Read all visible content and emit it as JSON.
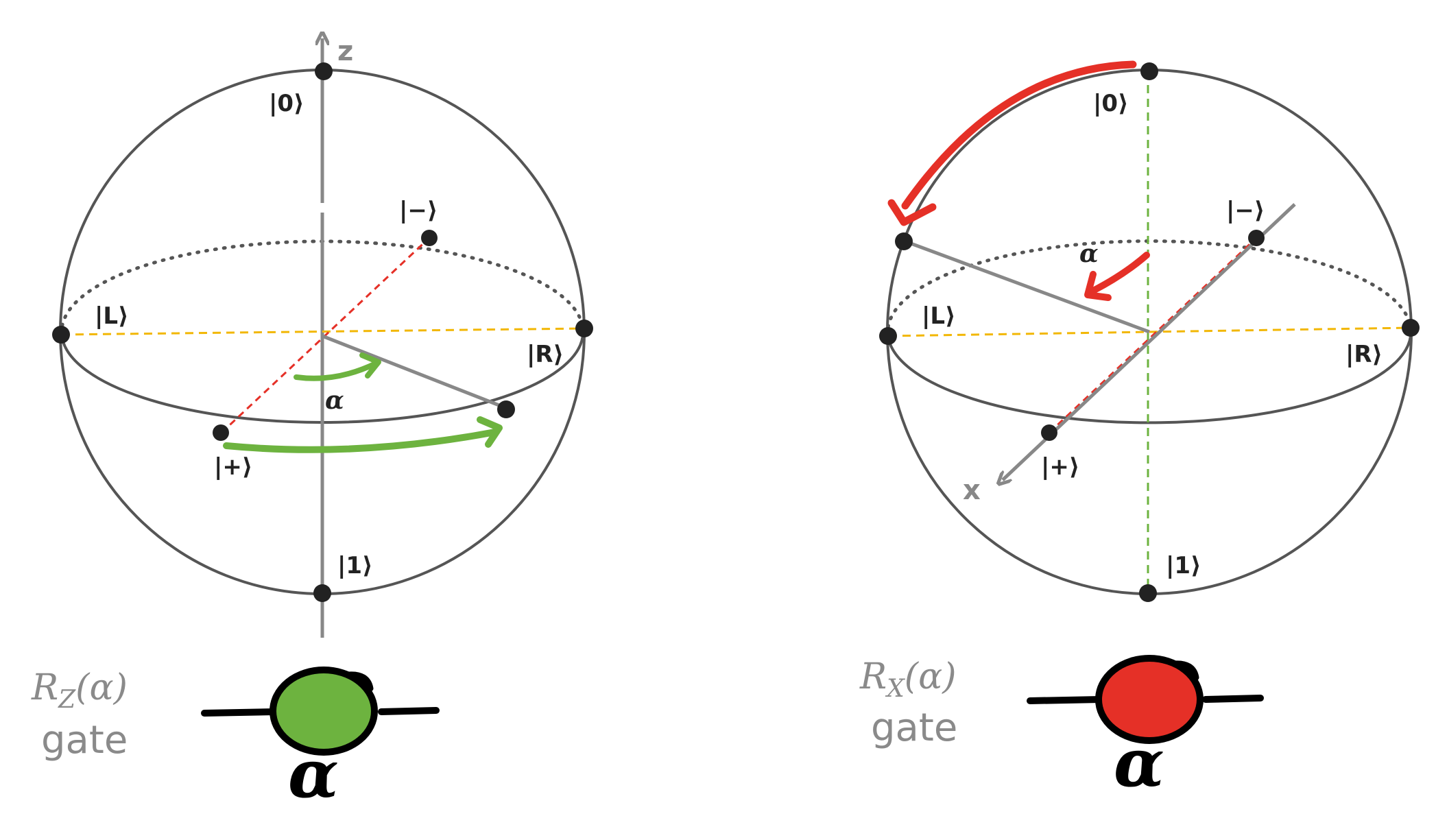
{
  "panels": [
    {
      "id": "rz",
      "axis_label": "z",
      "states": {
        "zero": "|0⟩",
        "one": "|1⟩",
        "plus": "|+⟩",
        "minus": "|−⟩",
        "L": "|L⟩",
        "R": "|R⟩"
      },
      "rotation_label": "α",
      "gate": {
        "name": "R",
        "subscript": "Z",
        "arg": "(α)",
        "word": "gate",
        "param": "α",
        "color": "#6db33f"
      },
      "rotation_color": "#6db33f"
    },
    {
      "id": "rx",
      "axis_label": "x",
      "states": {
        "zero": "|0⟩",
        "one": "|1⟩",
        "plus": "|+⟩",
        "minus": "|−⟩",
        "L": "|L⟩",
        "R": "|R⟩"
      },
      "rotation_label": "α",
      "gate": {
        "name": "R",
        "subscript": "X",
        "arg": "(α)",
        "word": "gate",
        "param": "α",
        "color": "#e53027"
      },
      "rotation_color": "#e53027"
    }
  ],
  "colors": {
    "sphere": "#555555",
    "axis": "#888888",
    "equator_axis": "#f2b705",
    "dashed_plus_minus": "#e53027",
    "dashed_vertical_rx": "#6db33f",
    "dots": "#222222"
  }
}
